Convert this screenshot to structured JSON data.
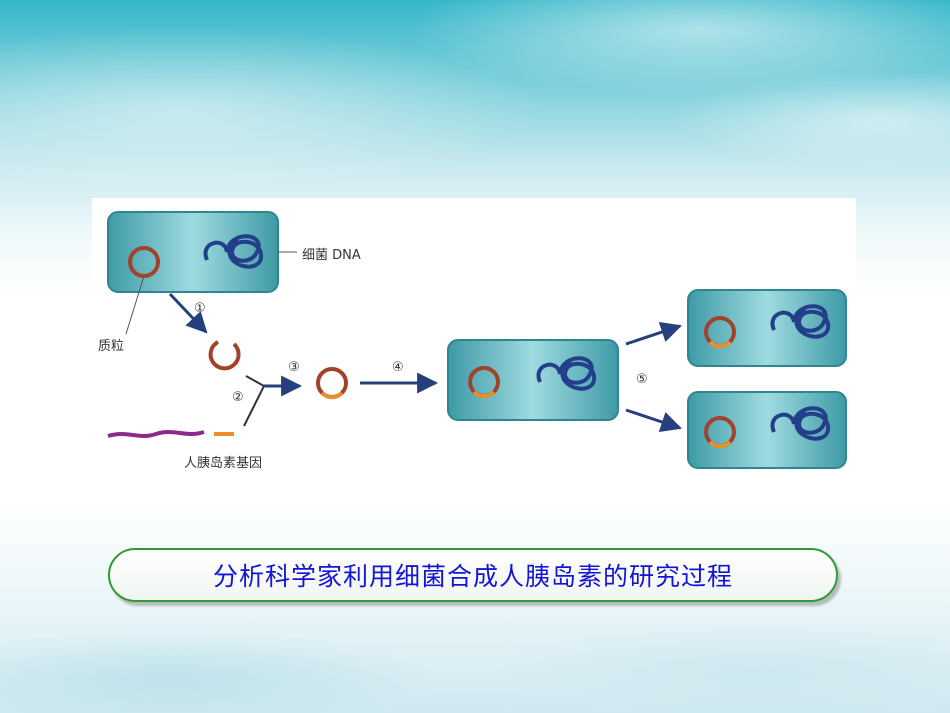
{
  "diagram": {
    "labels": {
      "bacteria_dna": "细菌 DNA",
      "plasmid": "质粒",
      "insulin_gene": "人胰岛素基因"
    },
    "steps": [
      "①",
      "②",
      "③",
      "④",
      "⑤"
    ]
  },
  "caption": "分析科学家利用细菌合成人胰岛素的研究过程",
  "colors": {
    "cell_fill": "#5fb7bf",
    "plasmid": "#a0432a",
    "insulin_gene": "#e8902a",
    "dna": "#233f8a",
    "human_dna": "#8a2a8a",
    "arrow": "#26407e",
    "caption_text": "#1414d6",
    "caption_border": "#2f9a2f"
  }
}
